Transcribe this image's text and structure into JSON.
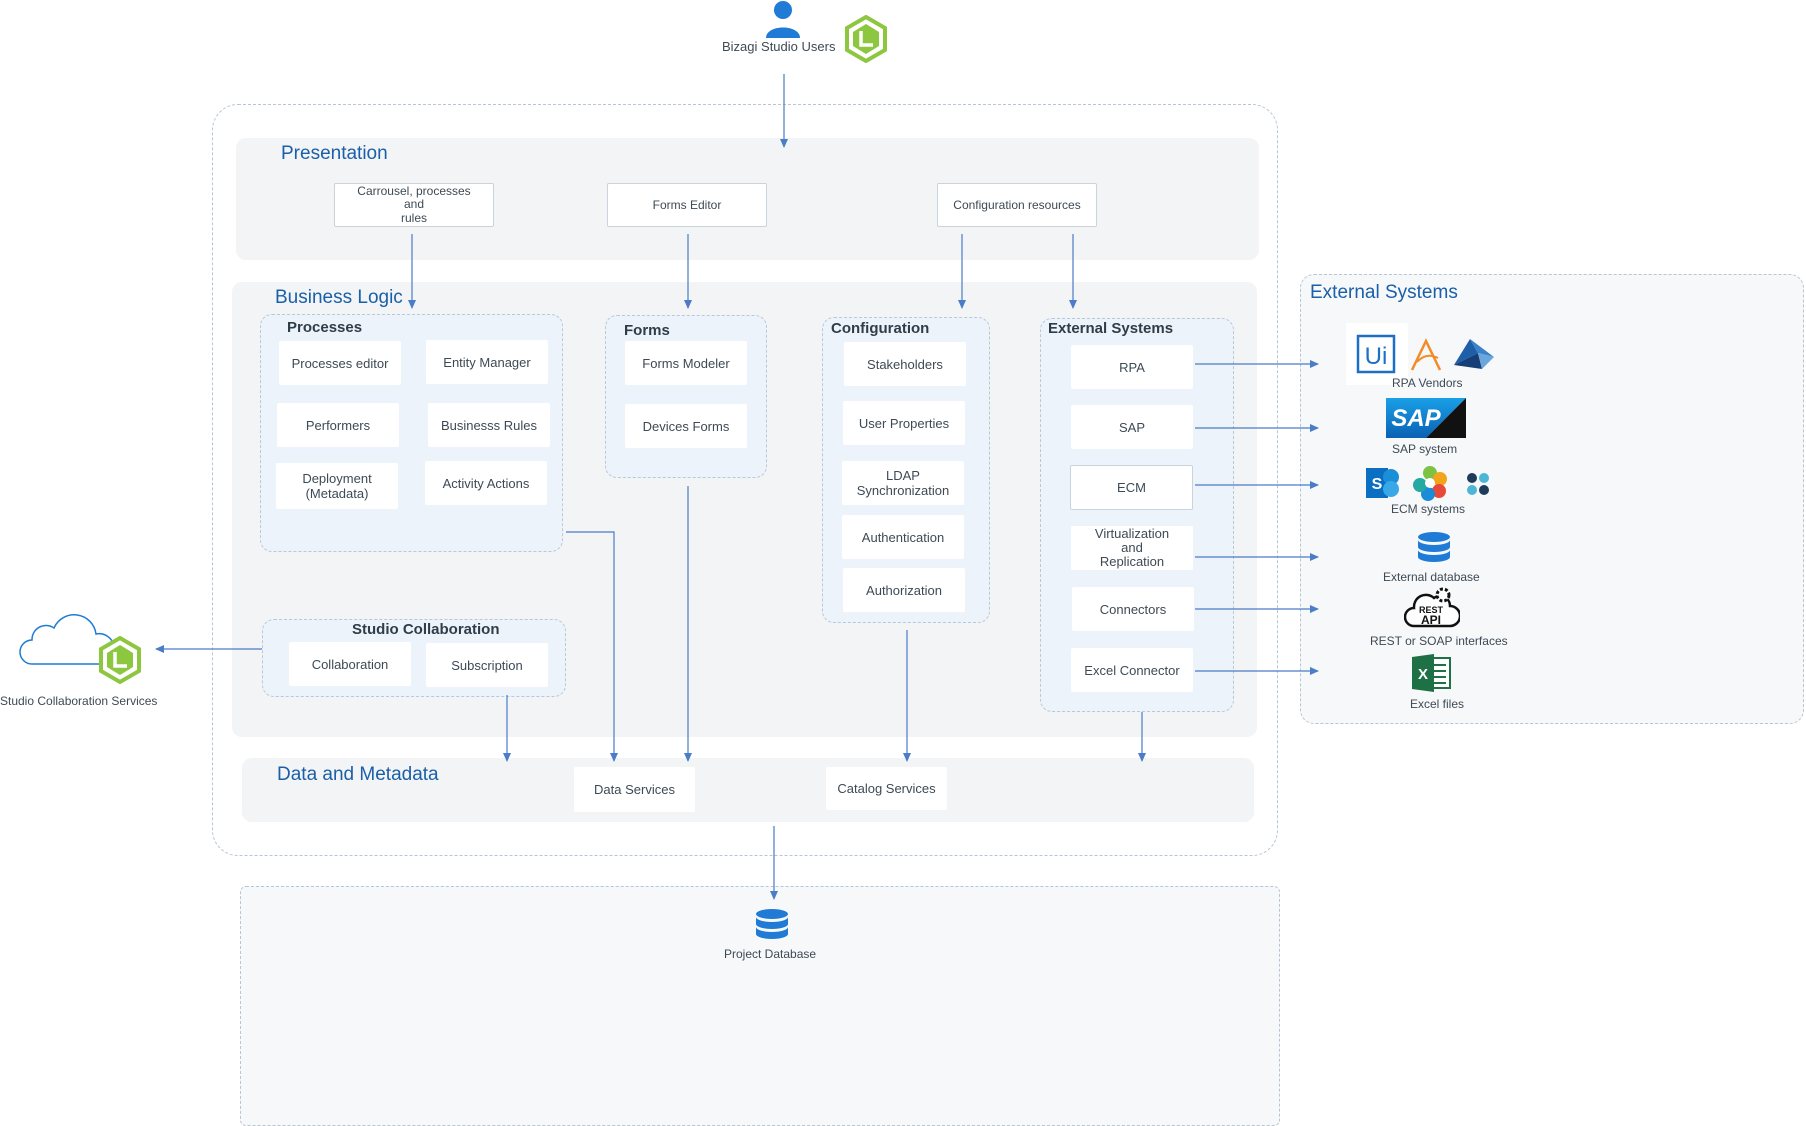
{
  "users": {
    "label": "Bizagi Studio Users"
  },
  "presentation": {
    "title": "Presentation",
    "items": [
      "Carrousel, processes\nand\nrules",
      "Forms Editor",
      "Configuration resources"
    ]
  },
  "business_logic": {
    "title": "Business Logic",
    "processes": {
      "title": "Processes",
      "items": [
        "Processes editor",
        "Entity Manager",
        "Performers",
        "Businesss Rules",
        "Deployment\n(Metadata)",
        "Activity Actions"
      ]
    },
    "forms": {
      "title": "Forms",
      "items": [
        "Forms Modeler",
        "Devices Forms"
      ]
    },
    "configuration": {
      "title": "Configuration",
      "items": [
        "Stakeholders",
        "User Properties",
        "LDAP Synchronization",
        "Authentication",
        "Authorization"
      ]
    },
    "external_systems": {
      "title": "External Systems",
      "items": [
        "RPA",
        "SAP",
        "ECM",
        "Virtualization\nand\nReplication",
        "Connectors",
        "Excel Connector"
      ]
    },
    "studio_collaboration": {
      "title": "Studio Collaboration",
      "items": [
        "Collaboration",
        "Subscription"
      ]
    }
  },
  "data_metadata": {
    "title": "Data and Metadata",
    "items": [
      "Data Services",
      "Catalog Services"
    ]
  },
  "project_database": {
    "label": "Project Database"
  },
  "collab_services": {
    "label": "Studio Collaboration Services"
  },
  "external_panel": {
    "title": "External Systems",
    "items": [
      {
        "label": "RPA Vendors",
        "icons": [
          "uipath-logo-icon",
          "automation-anywhere-logo-icon",
          "blue-prism-logo-icon"
        ]
      },
      {
        "label": "SAP system",
        "icons": [
          "sap-logo-icon"
        ]
      },
      {
        "label": "ECM systems",
        "icons": [
          "sharepoint-logo-icon",
          "alfresco-logo-icon",
          "cmis-logo-icon"
        ]
      },
      {
        "label": "External database",
        "icons": [
          "database-icon"
        ]
      },
      {
        "label": "REST or SOAP interfaces",
        "icons": [
          "rest-api-icon"
        ]
      },
      {
        "label": "Excel files",
        "icons": [
          "excel-icon"
        ]
      }
    ]
  },
  "colors": {
    "accent": "#1b5fa8",
    "arrow": "#4a7cc7",
    "bizagi_green": "#8dc63f",
    "group_fill": "#edf3fa",
    "band_fill": "#f2f4f5"
  }
}
